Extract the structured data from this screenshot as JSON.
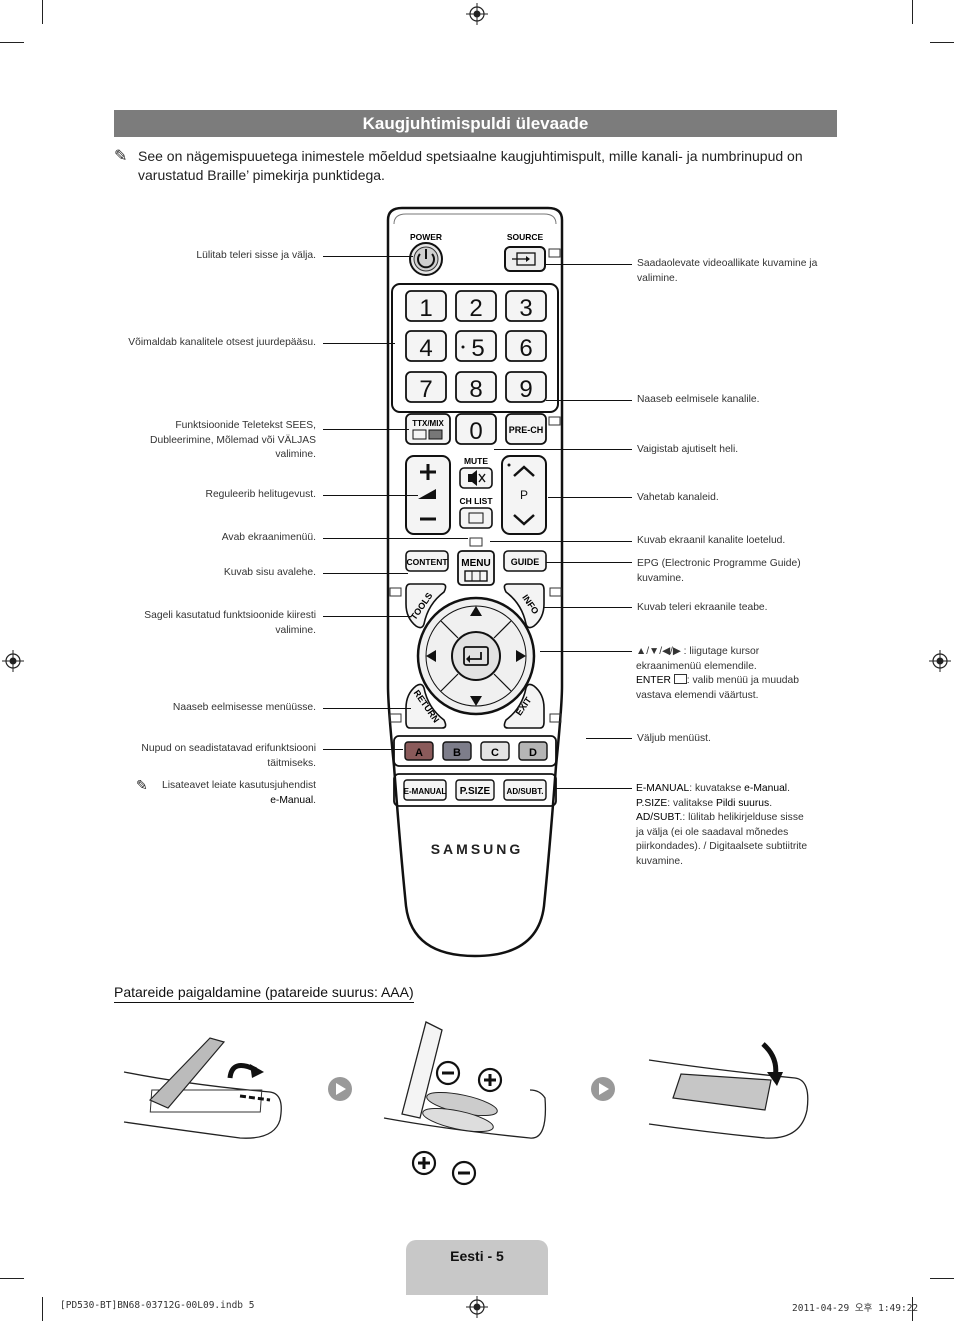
{
  "title": "Kaugjuhtimispuldi ülevaade",
  "note": "See on nägemispuuetega inimestele mõeldud spetsiaalne kaugjuhtimispult, mille kanali- ja numbrinupud on varustatud Braille’ pimekirja punktidega.",
  "remote": {
    "power": "POWER",
    "source": "SOURCE",
    "digits": [
      "1",
      "2",
      "3",
      "4",
      "5",
      "6",
      "7",
      "8",
      "9",
      "0"
    ],
    "ttx": "TTX/MIX",
    "prech": "PRE-CH",
    "mute": "MUTE",
    "chlist": "CH LIST",
    "p": "P",
    "content": "CONTENT",
    "menu": "MENU",
    "guide": "GUIDE",
    "tools": "TOOLS",
    "info": "INFO",
    "return": "RETURN",
    "exit": "EXIT",
    "colors": [
      "A",
      "B",
      "C",
      "D"
    ],
    "emanual": "E-MANUAL",
    "psize": "P.SIZE",
    "adsubt": "AD/SUBT.",
    "brand": "SAMSUNG",
    "button_colors": {
      "a": "#8a5a5a",
      "b": "#7d7d8a",
      "c": "#e4e4e4",
      "d": "#b5b5b5"
    }
  },
  "left_labels": {
    "power": "Lülitab teleri sisse ja välja.",
    "channels": "Võimaldab kanalitele otsest juurdepääsu.",
    "ttx_1": "Funktsioonide Teletekst SEES,",
    "ttx_2": "Dubleerimine, Mõlemad või VÄLJAS",
    "ttx_3": "valimine.",
    "volume": "Reguleerib helitugevust.",
    "menu": "Avab ekraanimenüü.",
    "content": "Kuvab sisu avalehe.",
    "tools_1": "Sageli kasutatud funktsioonide kiiresti",
    "tools_2": "valimine.",
    "return": "Naaseb eelmisesse menüüsse.",
    "colors_1": "Nupud on seadistatavad erifunktsiooni",
    "colors_2": "täitmiseks.",
    "manual_1": "Lisateavet leiate kasutusjuhendist",
    "manual_2": "e-Manual",
    "manual_dot": "."
  },
  "right_labels": {
    "source_1": "Saadaolevate videoallikate kuvamine ja",
    "source_2": "valimine.",
    "prech": "Naaseb eelmisele kanalile.",
    "mute": "Vaigistab ajutiselt heli.",
    "channel": "Vahetab kanaleid.",
    "chlist": "Kuvab ekraanil kanalite loetelud.",
    "guide_1": "EPG (Electronic Programme Guide)",
    "guide_2": "kuvamine.",
    "info": "Kuvab teleri ekraanile teabe.",
    "nav_1": "▲/▼/◀/▶ : liigutage kursor",
    "nav_2": "ekraanimenüü elemendile.",
    "nav_3_key": "ENTER",
    "nav_3": ": valib menüü ja muudab",
    "nav_4": "vastava elemendi väärtust.",
    "exit": "Väljub menüüst.",
    "em_key": "E-MANUAL",
    "em_txt": ": kuvatakse ",
    "em_val": "e-Manual",
    "em_dot": ".",
    "ps_key": "P.SIZE",
    "ps_txt": ": valitakse ",
    "ps_val": "Pildi suurus",
    "ps_dot": ".",
    "ad_key": "AD/SUBT.",
    "ad_1": ": lülitab helikirjelduse sisse",
    "ad_2": "ja välja (ei ole saadaval mõnedes",
    "ad_3": "piirkondades). / Digitaalsete subtiitrite",
    "ad_4": "kuvamine."
  },
  "battery_heading": "Patareide paigaldamine (patareide suurus: AAA)",
  "page_label": "Eesti - 5",
  "footer_left": "[PD530-BT]BN68-03712G-00L09.indb   5",
  "footer_right": "2011-04-29   오후 1:49:22"
}
